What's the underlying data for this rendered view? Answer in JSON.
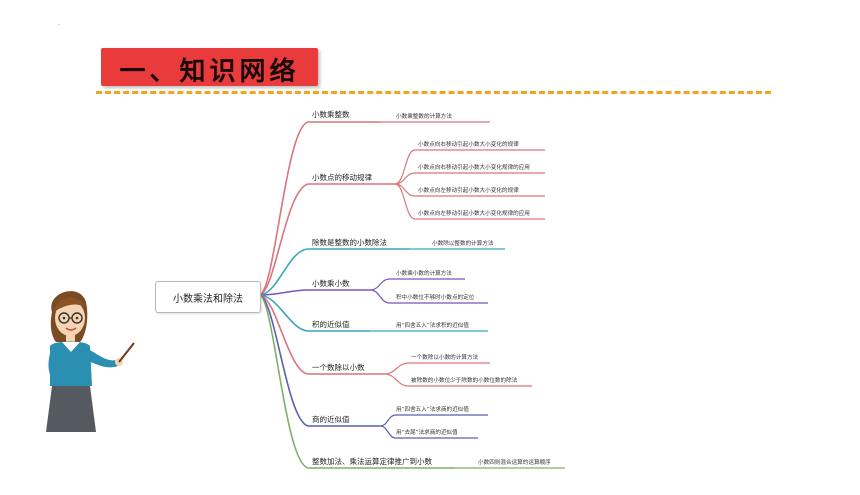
{
  "header": {
    "title": "一、知识网络",
    "dot": "."
  },
  "mindmap": {
    "root": "小数乘法和除法",
    "branches": [
      {
        "label": "小数乘整数",
        "color": "#d9757b",
        "children": [
          "小数乘整数的计算方法"
        ]
      },
      {
        "label": "小数点的移动规律",
        "color": "#d9757b",
        "children": [
          "小数点向右移动引起小数大小变化的规律",
          "小数点向右移动引起小数大小变化规律的应用",
          "小数点向左移动引起小数大小变化的规律",
          "小数点向左移动引起小数大小变化规律的应用"
        ]
      },
      {
        "label": "除数是整数的小数除法",
        "color": "#3aa6b9",
        "children": [
          "小数除以整数的计算方法"
        ]
      },
      {
        "label": "小数乘小数",
        "color": "#7a55b8",
        "children": [
          "小数乘小数的计算方法",
          "积中小数位不够时小数点的定位"
        ]
      },
      {
        "label": "积的近似值",
        "color": "#3aa6b9",
        "children": [
          "用“四舍五入”法求积的近似值"
        ]
      },
      {
        "label": "一个数除以小数",
        "color": "#d9757b",
        "children": [
          "一个数除以小数的计算方法",
          "被除数的小数位少于除数的小数位数的除法"
        ]
      },
      {
        "label": "商的近似值",
        "color": "#5a5fb0",
        "children": [
          "用“四舍五入”法求商的近似值",
          "用“去尾”法求商的近似值"
        ]
      },
      {
        "label": "整数加法、乘法运算定律推广到小数",
        "color": "#7fb069",
        "children": [
          "小数四则混合运算的运算顺序"
        ]
      }
    ]
  },
  "colors": {
    "title_bg": "#e93b3b",
    "dash": "#f5a31a"
  }
}
